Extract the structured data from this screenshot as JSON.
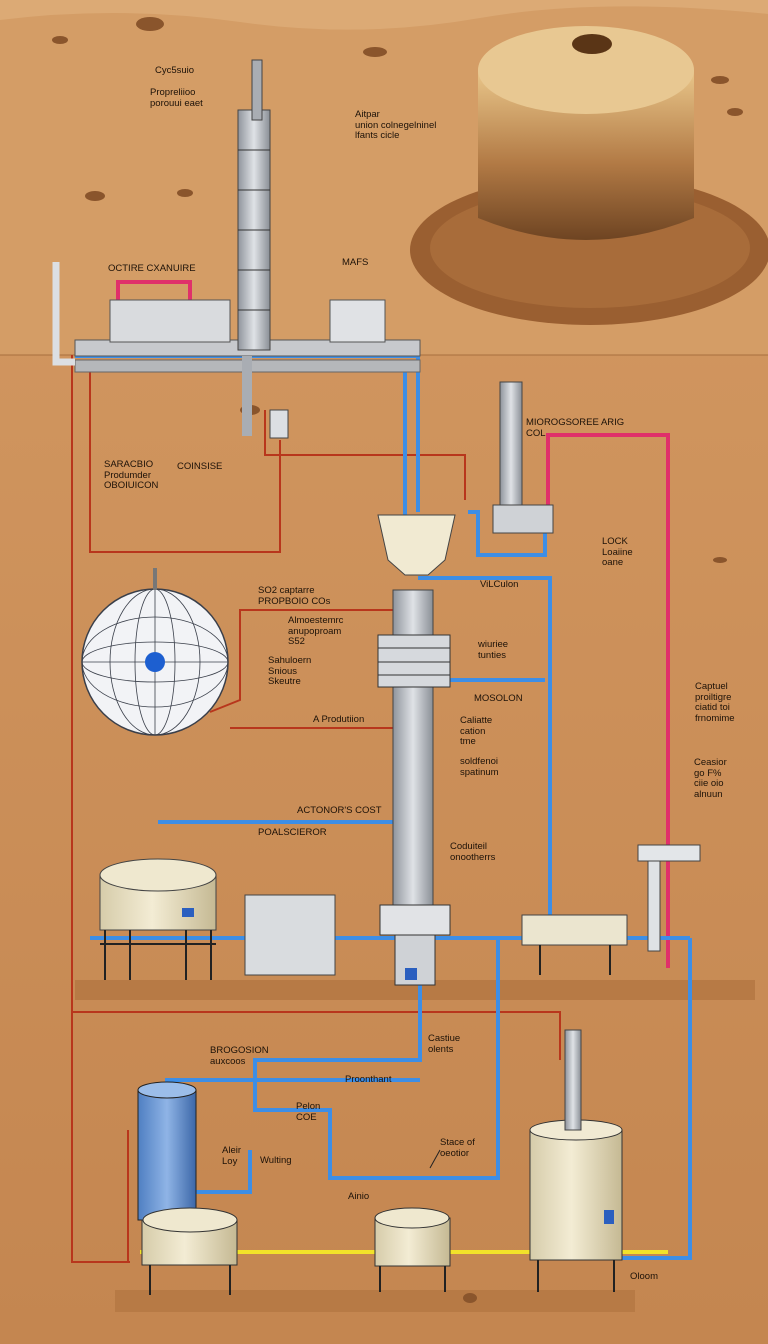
{
  "labels": {
    "cyclone": "Cyc5suio",
    "propellant": "Propreliioo\nporouui eaet",
    "aetpar": "Aitpar\nunion colnegelninel\nlfants cicle",
    "octire": "OCTIRE CXANUIRE",
    "mars": "MAFS",
    "saracio": "SARACBIO\nProdumder\nOBOIUICON",
    "coinsise": "COINSISE",
    "microgore": "MIOROGSOREE ARIG\nCOL",
    "lock": "LOCK\nLoaiine\noane",
    "vilculon": "ViLCulon",
    "so2capture": "SO2 captarre\nPROPBOIO COs",
    "almoestemc": "Almoestemrc\nanupoproam\nS52",
    "sahuloem": "Sahuloern\nSnious\nSkeutre",
    "wiunee": "wiuriee\ntunties",
    "mosolon": "MOSOLON",
    "aprodution": "A Produtiion",
    "calaitte": "Caliatte\ncation\ntme",
    "soldfenoi": "soldfenoi\nspatinum",
    "captuel": "Captuel\nproiltigre\nciatid toi\nfrnomime",
    "ceasior": "Ceasior\ngo F%\nciie oio\nalnuun",
    "actonors": "ACTONOR'S COST",
    "poalsoieror": "POALSCIEROR",
    "coduiteil": "Coduiteil\nonootherrs",
    "brogosion": "BROGOSION\nauxcoos",
    "castiue": "Castiue\nolents",
    "proonthant": "Proonthant",
    "pelon": "Pelon\nCOE",
    "aleir": "Aleir\nLoy",
    "wulting": "Wulting",
    "staceof": "Stace of\noeotior",
    "ainio": "Ainio",
    "oloom": "Oloom"
  },
  "colors": {
    "sand": "#c98a52",
    "sand_light": "#d9a06a",
    "sand_dark": "#9c5e2e",
    "blue_pipe": "#3d8ee6",
    "red_pipe": "#e0306a",
    "red_line": "#b8361c",
    "yellow_pipe": "#f2e22a",
    "tank": "#ece4c8",
    "tower": "#b8bcc4"
  }
}
